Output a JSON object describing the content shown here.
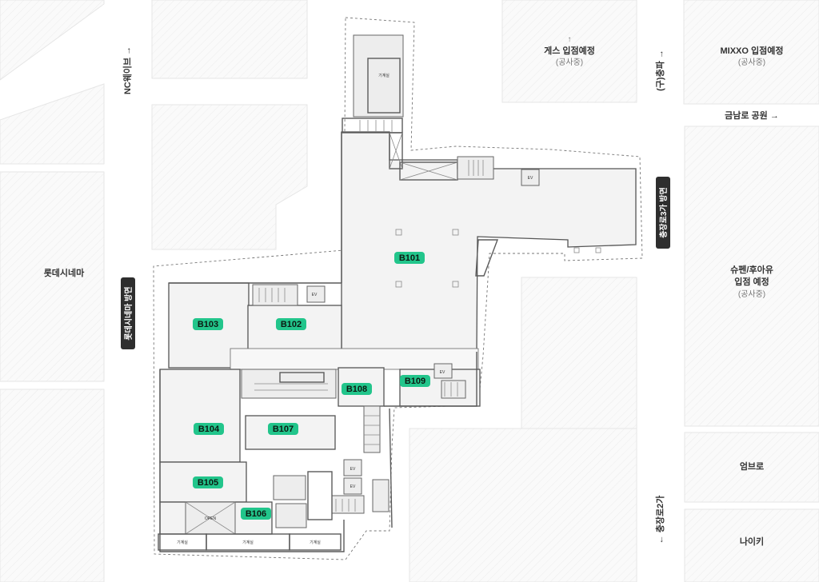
{
  "blocks": {
    "gesu": {
      "name": "게스 입점예정",
      "sub": "(공사중)"
    },
    "mixxo": {
      "name": "MIXXO 입점예정",
      "sub": "(공사중)"
    },
    "lotte": {
      "name": "롯데시네마"
    },
    "shupen": {
      "name1": "슈펜/후아유",
      "name2": "입점 예정",
      "sub": "(공사중)"
    },
    "umbro": {
      "name": "엄브로"
    },
    "nike": {
      "name": "나이키"
    }
  },
  "streets": {
    "nc_wave": "NC웨이브 →",
    "old_chungpa": "(구)충파 →",
    "geumnamro": "금남로 공원 →",
    "chungjangro2": "← 충장로2가"
  },
  "directions": {
    "lotte_dir": "롯데시네마 방면",
    "chungjang3_dir": "충장로3가 방면"
  },
  "units": [
    "B101",
    "B102",
    "B103",
    "B104",
    "B105",
    "B106",
    "B107",
    "B108",
    "B109"
  ],
  "small_labels": {
    "machine_room": "기계실",
    "ev": "EV",
    "open": "OPEN"
  },
  "colors": {
    "unit": "#22c58b",
    "pill": "#2e2e2e"
  }
}
